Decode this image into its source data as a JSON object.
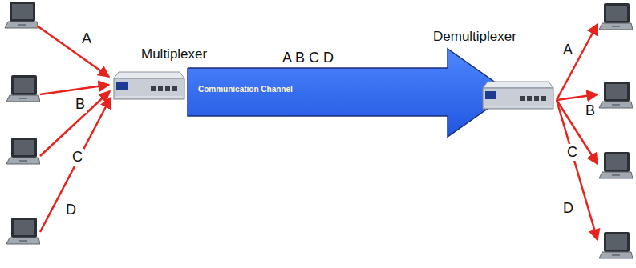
{
  "diagram": {
    "nodes": [
      {
        "text": [
          "Multiplexer"
        ]
      },
      {
        "text": [
          "Communication Channel"
        ]
      },
      {
        "text": [
          "Demultiplexer"
        ]
      }
    ],
    "labels": [
      "A",
      "B",
      "C",
      "D",
      "A B C D",
      "A",
      "B",
      "C",
      "D"
    ]
  }
}
